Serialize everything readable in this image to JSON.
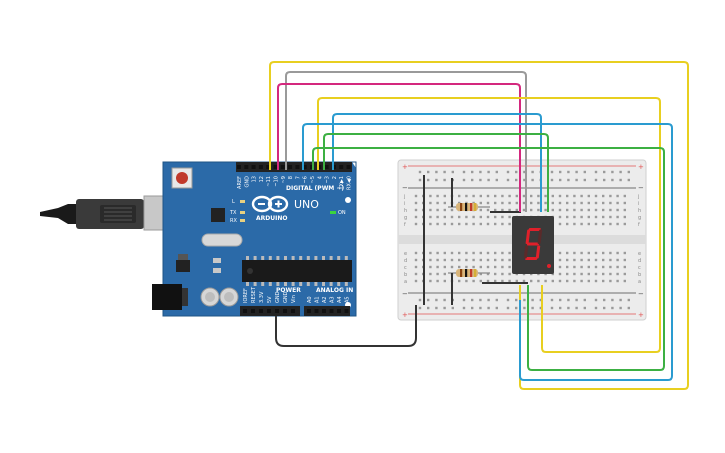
{
  "arduino": {
    "brand": "ARDUINO",
    "model": "UNO",
    "on_label": "ON",
    "digital_label": "DIGITAL (PWM ~)",
    "power_label": "POWER",
    "analog_label": "ANALOG IN",
    "led_labels": [
      "L",
      "TX",
      "RX"
    ],
    "digital_pins": [
      "AREF",
      "GND",
      "13",
      "12",
      "~11",
      "~10",
      "~9",
      "8",
      "7",
      "~6",
      "~5",
      "4",
      "~3",
      "2",
      "TX▶1",
      "RX◀0"
    ],
    "power_pins": [
      "IOREF",
      "RESET",
      "3.3V",
      "5V",
      "GND",
      "GND",
      "Vin"
    ],
    "analog_pins": [
      "A0",
      "A1",
      "A2",
      "A3",
      "A4",
      "A5"
    ]
  },
  "breadboard": {
    "row_letters_top": [
      "j",
      "i",
      "h",
      "g",
      "f"
    ],
    "row_letters_bottom": [
      "e",
      "d",
      "c",
      "b",
      "a"
    ],
    "plus": "+",
    "minus": "−"
  },
  "display": {
    "digit": "5"
  },
  "colors": {
    "board": "#2b6aa8",
    "wire_yellow": "#e8cf20",
    "wire_gray": "#9a9a9a",
    "wire_magenta": "#d4287e",
    "wire_blue": "#2a9bd0",
    "wire_green": "#3cb043",
    "wire_black": "#333333",
    "segment_on": "#e0202a"
  }
}
